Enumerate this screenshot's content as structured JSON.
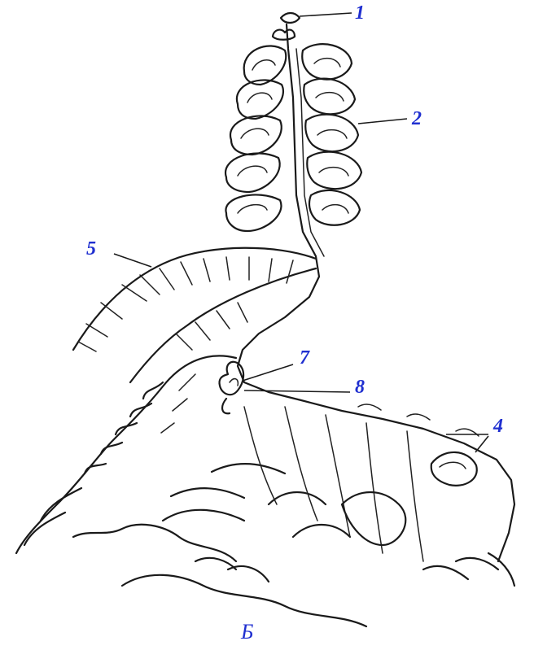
{
  "labels": {
    "l1": "1",
    "l2": "2",
    "l4": "4",
    "l5": "5",
    "l7": "7",
    "l8": "8"
  },
  "caption": "Б",
  "colors": {
    "label": "#1f2fd0",
    "ink": "#1a1a1a",
    "background": "#ffffff"
  }
}
